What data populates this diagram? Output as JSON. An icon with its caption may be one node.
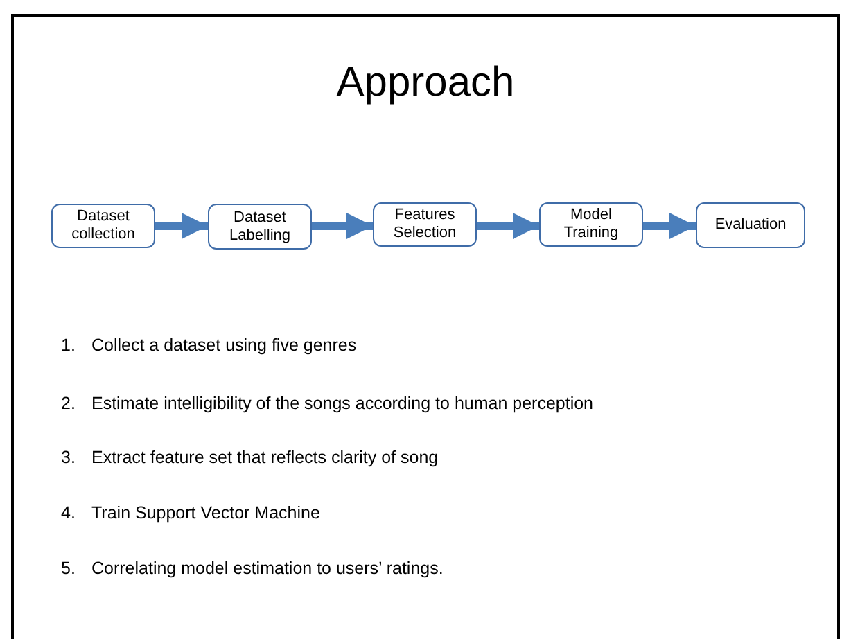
{
  "diagram": {
    "title": "Approach",
    "nodes": [
      {
        "text": [
          "Dataset collection"
        ]
      },
      {
        "text": [
          "Dataset Labelling"
        ]
      },
      {
        "text": [
          "Features Selection"
        ]
      },
      {
        "text": [
          "Model Training"
        ]
      },
      {
        "text": [
          "Evaluation"
        ]
      }
    ],
    "edges": [
      {
        "from": 0,
        "to": 1,
        "arrow": "to"
      },
      {
        "from": 1,
        "to": 2,
        "arrow": "to"
      },
      {
        "from": 2,
        "to": 3,
        "arrow": "to"
      },
      {
        "from": 3,
        "to": 4,
        "arrow": "to"
      }
    ],
    "labels": [
      "1.",
      "Collect a dataset using five genres",
      "2.",
      "Estimate intelligibility of the songs according to human perception",
      "3.",
      "Extract feature set that reflects clarity of song",
      "4.",
      "Train Support Vector Machine",
      "5.",
      "Correlating model estimation to users’ ratings."
    ]
  }
}
